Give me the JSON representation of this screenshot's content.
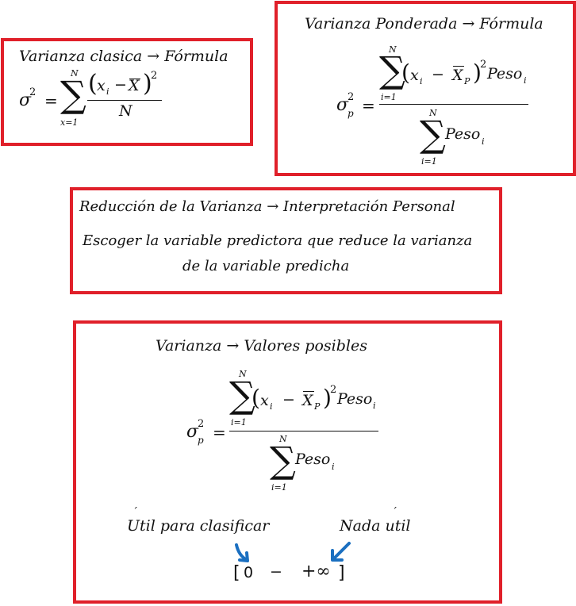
{
  "box1": {
    "title": "Varianza clasica → Fórmula",
    "sigma": "σ",
    "sup2": "2",
    "eq": "=",
    "sum_top": "N",
    "sum_bottom": "x=1",
    "num_x": "x",
    "num_i": "i",
    "num_minus": "−",
    "num_xbar": "X",
    "num_sup": "2",
    "den": "N"
  },
  "box2": {
    "title": "Varianza Ponderada → Fórmula",
    "sigma": "σ",
    "sigma_sup": "2",
    "sigma_sub": "p",
    "eq": "=",
    "sum_top": "N",
    "sum_bottom": "i=1",
    "num_x": "x",
    "num_i": "i",
    "num_minus": "−",
    "num_xbar": "X",
    "num_xbar_sub": "P",
    "num_sup": "2",
    "num_peso": "Peso",
    "num_peso_sub": "i",
    "den_top": "N",
    "den_bottom": "i=1",
    "den_peso": "Peso",
    "den_peso_sub": "i"
  },
  "box3": {
    "title": "Reducción de la Varianza → Interpretación Personal",
    "line1": "Escoger la variable predictora que reduce la varianza",
    "line2": "de la variable predicha"
  },
  "box4": {
    "title": "Varianza → Valores posibles",
    "sigma": "σ",
    "sigma_sup": "2",
    "sigma_sub": "p",
    "eq": "=",
    "sum_top": "N",
    "sum_bottom": "i=1",
    "num_x": "x",
    "num_i": "i",
    "num_minus": "−",
    "num_xbar": "X",
    "num_xbar_sub": "P",
    "num_sup": "2",
    "num_peso": "Peso",
    "num_peso_sub": "i",
    "den_top": "N",
    "den_bottom": "i=1",
    "den_peso": "Peso",
    "den_peso_sub": "i",
    "label_left": "Util para clasificar",
    "label_right": "Nada util",
    "range_open": "[",
    "range_zero": "0",
    "range_dash": "−",
    "range_inf": "+∞",
    "range_close": "]"
  },
  "colors": {
    "border": "#e0202a",
    "arrow": "#1a6fc0"
  }
}
